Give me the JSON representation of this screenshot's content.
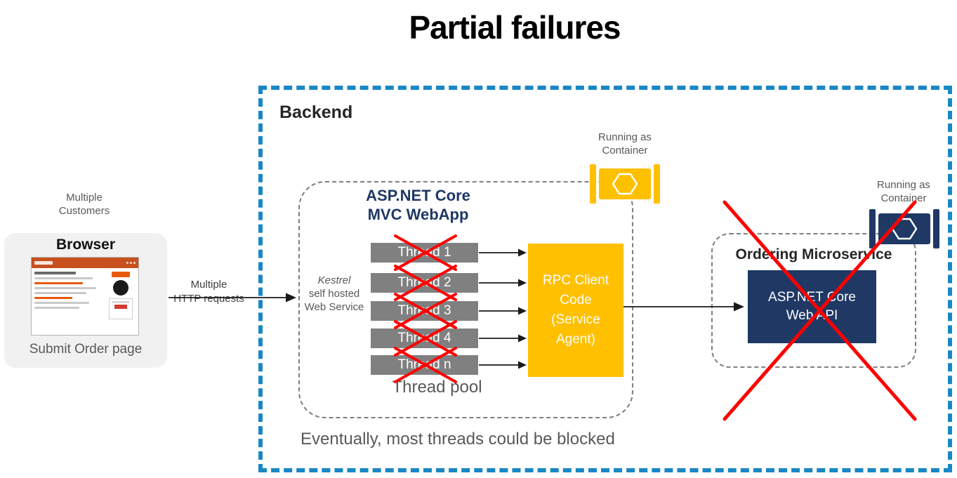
{
  "title": "Partial failures",
  "customers": {
    "lines": [
      "Multiple",
      "Customers"
    ]
  },
  "browser": {
    "title": "Browser",
    "caption": "Submit Order page"
  },
  "request_arrow": {
    "lines": [
      "Multiple",
      "HTTP requests"
    ]
  },
  "backend": {
    "label": "Backend",
    "footer": "Eventually, most threads could be blocked",
    "webapp": {
      "title_lines": [
        "ASP.NET Core",
        "MVC WebApp"
      ],
      "kestrel_lines": [
        "Kestrel",
        "self hosted",
        "Web Service"
      ],
      "threads": [
        "Thread 1",
        "Thread 2",
        "Thread 3",
        "Thread 4",
        "Thread n"
      ],
      "thread_pool_label": "Thread pool",
      "rpc_lines": [
        "RPC Client",
        "Code",
        "(Service",
        "Agent)"
      ]
    },
    "ordering": {
      "title": "Ordering Microservice",
      "api_lines": [
        "ASP.NET Core",
        "Web API"
      ]
    },
    "containers": {
      "webapp": {
        "label_lines": [
          "Running as",
          "Container"
        ],
        "color": "#FFC000"
      },
      "ordering": {
        "label_lines": [
          "Running as",
          "Container"
        ],
        "color": "#1F3864"
      }
    }
  },
  "icons": {
    "webapp_container": "container-hexagon-icon",
    "ordering_container": "container-hexagon-icon",
    "blocked_threads": "red-x-icon",
    "failed_service": "red-x-icon"
  },
  "colors": {
    "backend_border_blue": "#1987C5",
    "thread_gray": "#808080",
    "rpc_yellow": "#FFC000",
    "api_navy": "#1F3864",
    "failure_red": "#FF0000",
    "muted_text": "#595959"
  }
}
